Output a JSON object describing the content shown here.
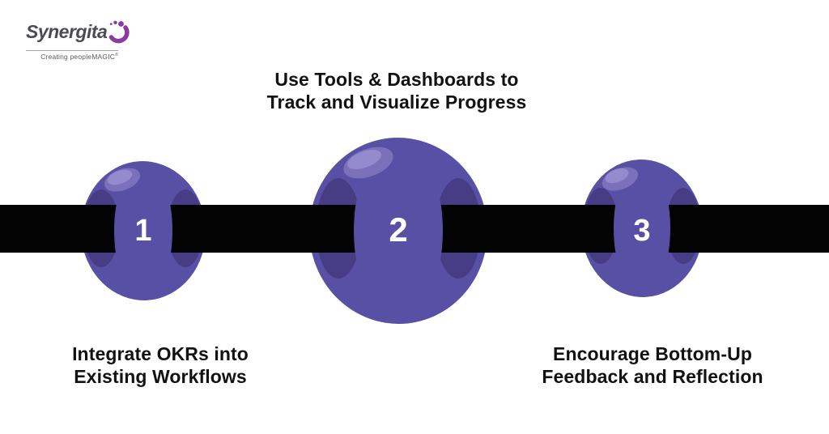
{
  "logo": {
    "name": "Synergita",
    "tagline": "Creating peopleMAGIC",
    "registered_mark": "®",
    "icon": "synergita-swirl-icon",
    "text_color": "#4b4b52",
    "icon_color": "#8a3aa0"
  },
  "timeline": {
    "band_color": "#030303",
    "bead_body_color": "#5850a5",
    "bead_hole_color": "#463d85",
    "bead_highlight_color": "#7b71bb",
    "bead_highlight_inner_color": "#948bce",
    "number_color": "#ffffff",
    "steps": [
      {
        "number": "1",
        "label_position": "below",
        "lines": [
          "Integrate OKRs into",
          "Existing Workflows"
        ]
      },
      {
        "number": "2",
        "label_position": "above",
        "lines": [
          "Use Tools & Dashboards to",
          "Track and Visualize Progress"
        ]
      },
      {
        "number": "3",
        "label_position": "below",
        "lines": [
          "Encourage Bottom-Up",
          "Feedback and Reflection"
        ]
      }
    ]
  }
}
